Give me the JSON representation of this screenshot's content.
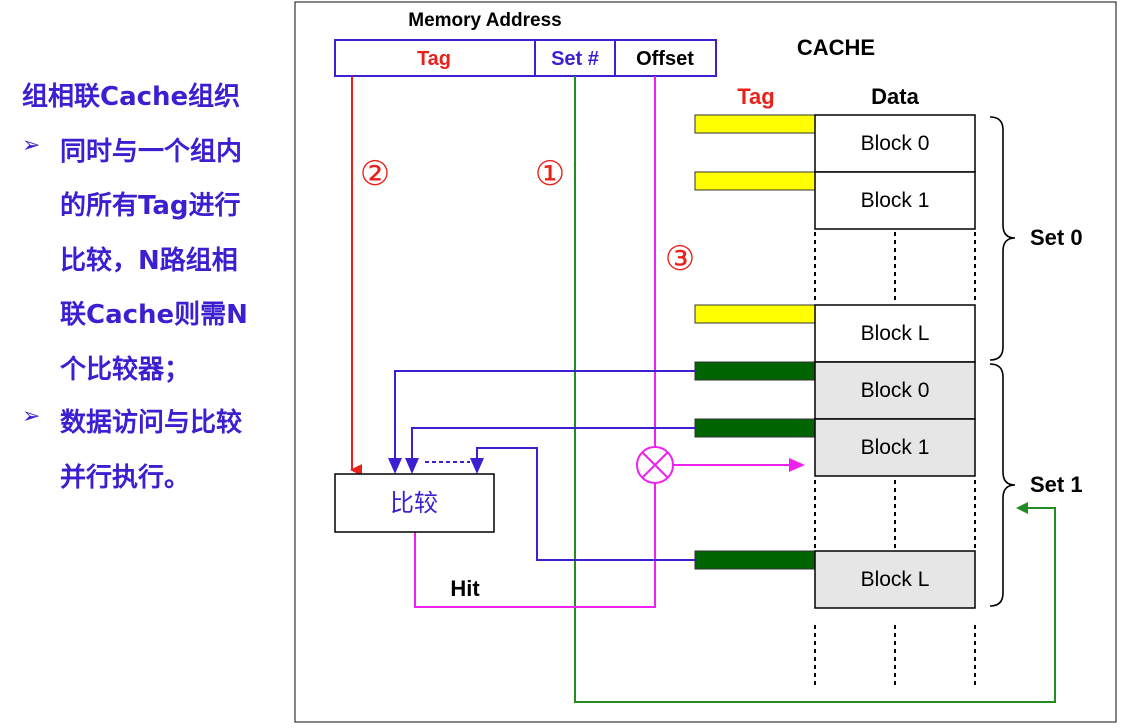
{
  "left_panel": {
    "title": "组相联Cache组织",
    "bullet_symbol": "➢",
    "bullet1_lines": [
      "同时与一个组内",
      "的所有Tag进行",
      "比较，N路组相",
      "联Cache则需N",
      "个比较器；"
    ],
    "bullet2_lines": [
      "数据访问与比较",
      "并行执行。"
    ]
  },
  "address": {
    "caption": "Memory Address",
    "tag": "Tag",
    "set": "Set #",
    "offset": "Offset"
  },
  "cache": {
    "title": "CACHE",
    "tag_header": "Tag",
    "data_header": "Data",
    "set0_label": "Set 0",
    "set1_label": "Set 1",
    "set0_blocks": [
      "Block 0",
      "Block 1",
      "Block L"
    ],
    "set1_blocks": [
      "Block 0",
      "Block 1",
      "Block L"
    ]
  },
  "steps": {
    "step1": "①",
    "step2": "②",
    "step3": "③"
  },
  "comparator": {
    "label": "比较",
    "hit": "Hit",
    "mux_symbol": "⊗"
  },
  "colors": {
    "tag_red": "#e8221b",
    "set_blue": "#3b1fd1",
    "magenta": "#ee22ee",
    "green": "#228b22",
    "yellow": "#ffff00",
    "dark_green": "#006400"
  }
}
